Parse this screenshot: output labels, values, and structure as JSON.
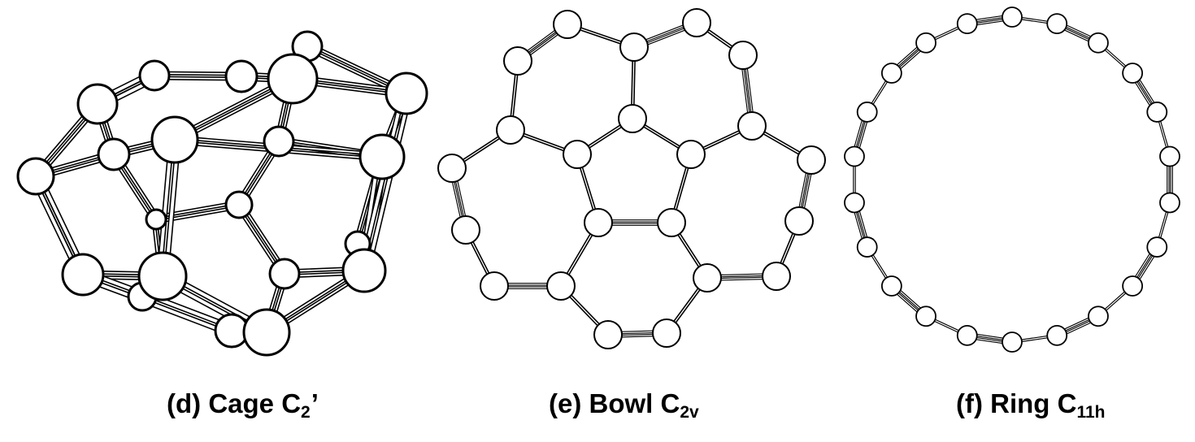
{
  "panels": [
    {
      "letter": "(d)",
      "shape": "Cage",
      "sym_main": "C",
      "sym_sub": "2",
      "sym_suffix": "’"
    },
    {
      "letter": "(e)",
      "shape": "Bowl",
      "sym_main": "C",
      "sym_sub": "2v",
      "sym_suffix": ""
    },
    {
      "letter": "(f)",
      "shape": "Ring",
      "sym_main": "C",
      "sym_sub": "11h",
      "sym_suffix": ""
    }
  ],
  "colors": {
    "atom_fill": "#ffffff",
    "stroke": "#000000",
    "background": "#ffffff"
  }
}
